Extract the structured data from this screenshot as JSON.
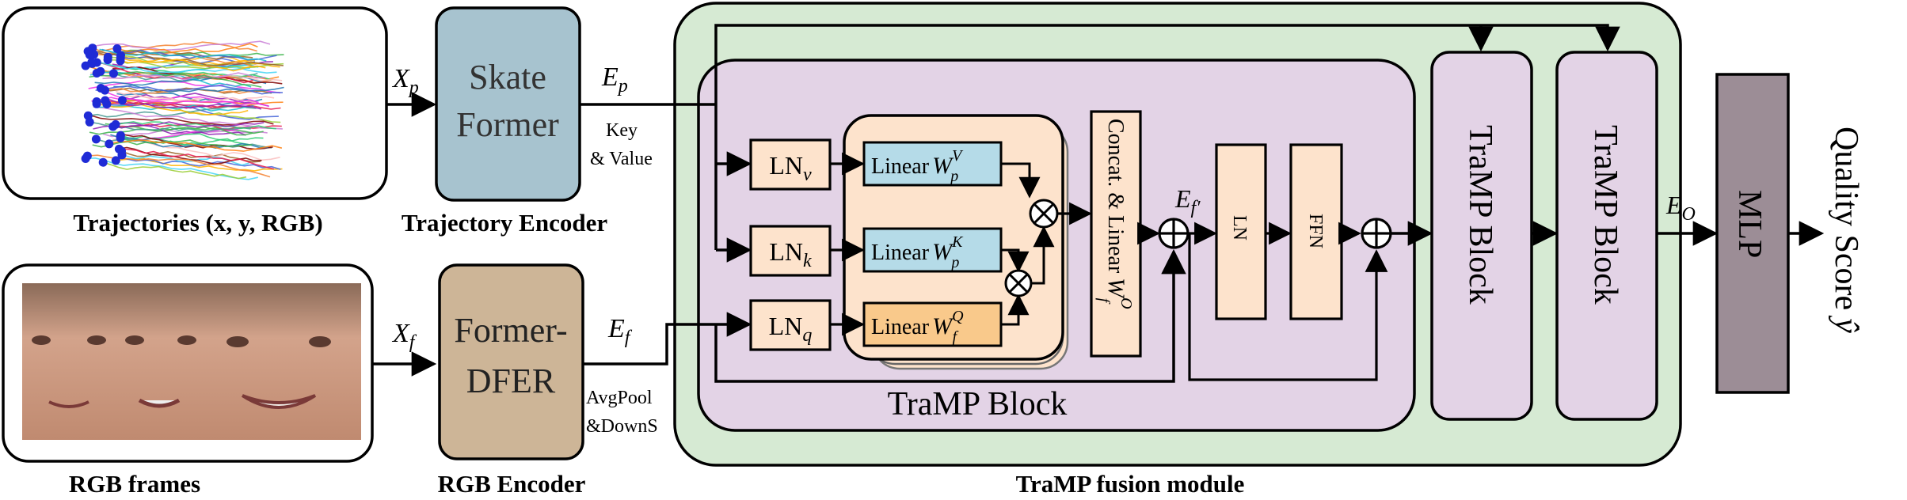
{
  "inputs": {
    "trajectories_caption": "Trajectories (x, y, RGB)",
    "rgb_caption": "RGB frames"
  },
  "encoders": {
    "skate_line1": "Skate",
    "skate_line2": "Former",
    "skate_caption": "Trajectory Encoder",
    "dfer_line1": "Former-",
    "dfer_line2": "DFER",
    "dfer_caption": "RGB Encoder"
  },
  "signals": {
    "xp": "X",
    "xp_sub": "p",
    "xf": "X",
    "xf_sub": "f",
    "ep": "E",
    "ep_sub": "p",
    "ef": "E",
    "ef_sub": "f",
    "eff": "E",
    "eff_sub": "f′",
    "eo": "E",
    "eo_sub": "O"
  },
  "notes": {
    "key": "Key",
    "value": "& Value",
    "avgpool": "AvgPool",
    "downs": "&DownS"
  },
  "block": {
    "ln_v": "LN",
    "ln_v_sub": "v",
    "ln_k": "LN",
    "ln_k_sub": "k",
    "ln_q": "LN",
    "ln_q_sub": "q",
    "lin_v": "Linear",
    "lin_v_w": "W",
    "lin_v_sup": "V",
    "lin_v_sub": "p",
    "lin_k": "Linear",
    "lin_k_w": "W",
    "lin_k_sup": "K",
    "lin_k_sub": "p",
    "lin_q": "Linear",
    "lin_q_w": "W",
    "lin_q_sup": "Q",
    "lin_q_sub": "f",
    "concat": "Concat. & Linear",
    "concat_w": "W",
    "concat_sup": "O",
    "concat_sub": "f",
    "ln": "LN",
    "ffn": "FFN",
    "block_label": "TraMP Block",
    "stack1": "TraMP Block",
    "stack2": "TraMP Block"
  },
  "fusion_caption": "TraMP fusion module",
  "mlp": "MLP",
  "output": "Quality Score",
  "output_symbol": "ŷ",
  "colors": {
    "fusion_bg": "#d6ead3",
    "block_bg": "#e3d3e6",
    "ln_bg": "#fde3cc",
    "attn_bg": "#fde3cc",
    "lin_blue": "#b5dbe8",
    "lin_orange": "#f9c98b",
    "skate_bg": "#a7c3cf",
    "dfer_bg": "#cdb597",
    "mlp_bg": "#9c8d96"
  }
}
